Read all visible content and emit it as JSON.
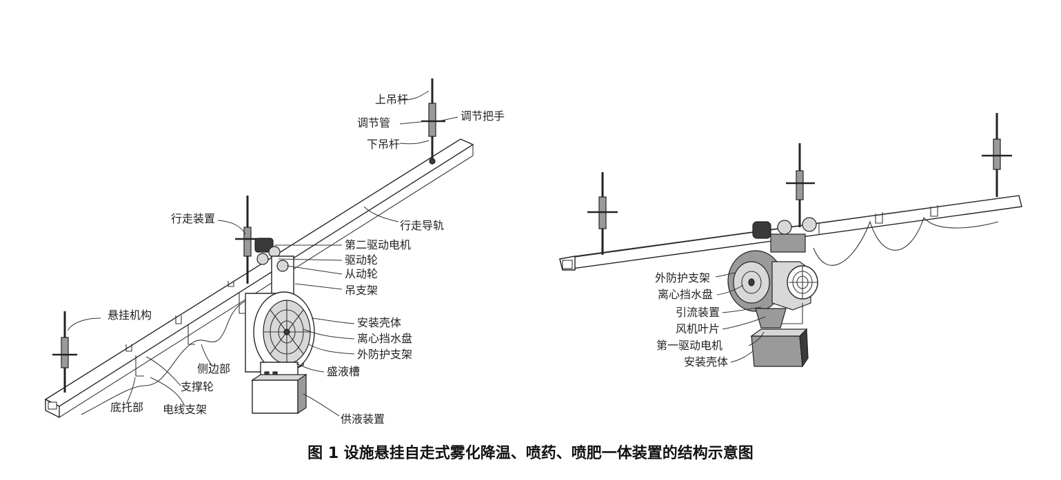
{
  "caption": "图 1 设施悬挂自走式雾化降温、喷药、喷肥一体装置的结构示意图",
  "left_labels": {
    "upper_rod": "上吊杆",
    "adjust_tube": "调节管",
    "adjust_handle": "调节把手",
    "lower_rod": "下吊杆",
    "walking_device": "行走装置",
    "walking_rail": "行走导轨",
    "second_motor": "第二驱动电机",
    "drive_wheel": "驱动轮",
    "driven_wheel": "从动轮",
    "hanger_bracket": "吊支架",
    "suspension": "悬挂机构",
    "housing": "安装壳体",
    "centrifugal_disc": "离心挡水盘",
    "outer_guard": "外防护支架",
    "side_part": "侧边部",
    "support_wheel": "支撑轮",
    "liquid_tank": "盛液槽",
    "bottom_part": "底托部",
    "cable_bracket": "电线支架",
    "supply_device": "供液装置"
  },
  "right_labels": {
    "outer_guard": "外防护支架",
    "centrifugal_disc": "离心挡水盘",
    "flow_guide": "引流装置",
    "fan_blade": "风机叶片",
    "first_motor": "第一驱动电机",
    "housing": "安装壳体"
  }
}
